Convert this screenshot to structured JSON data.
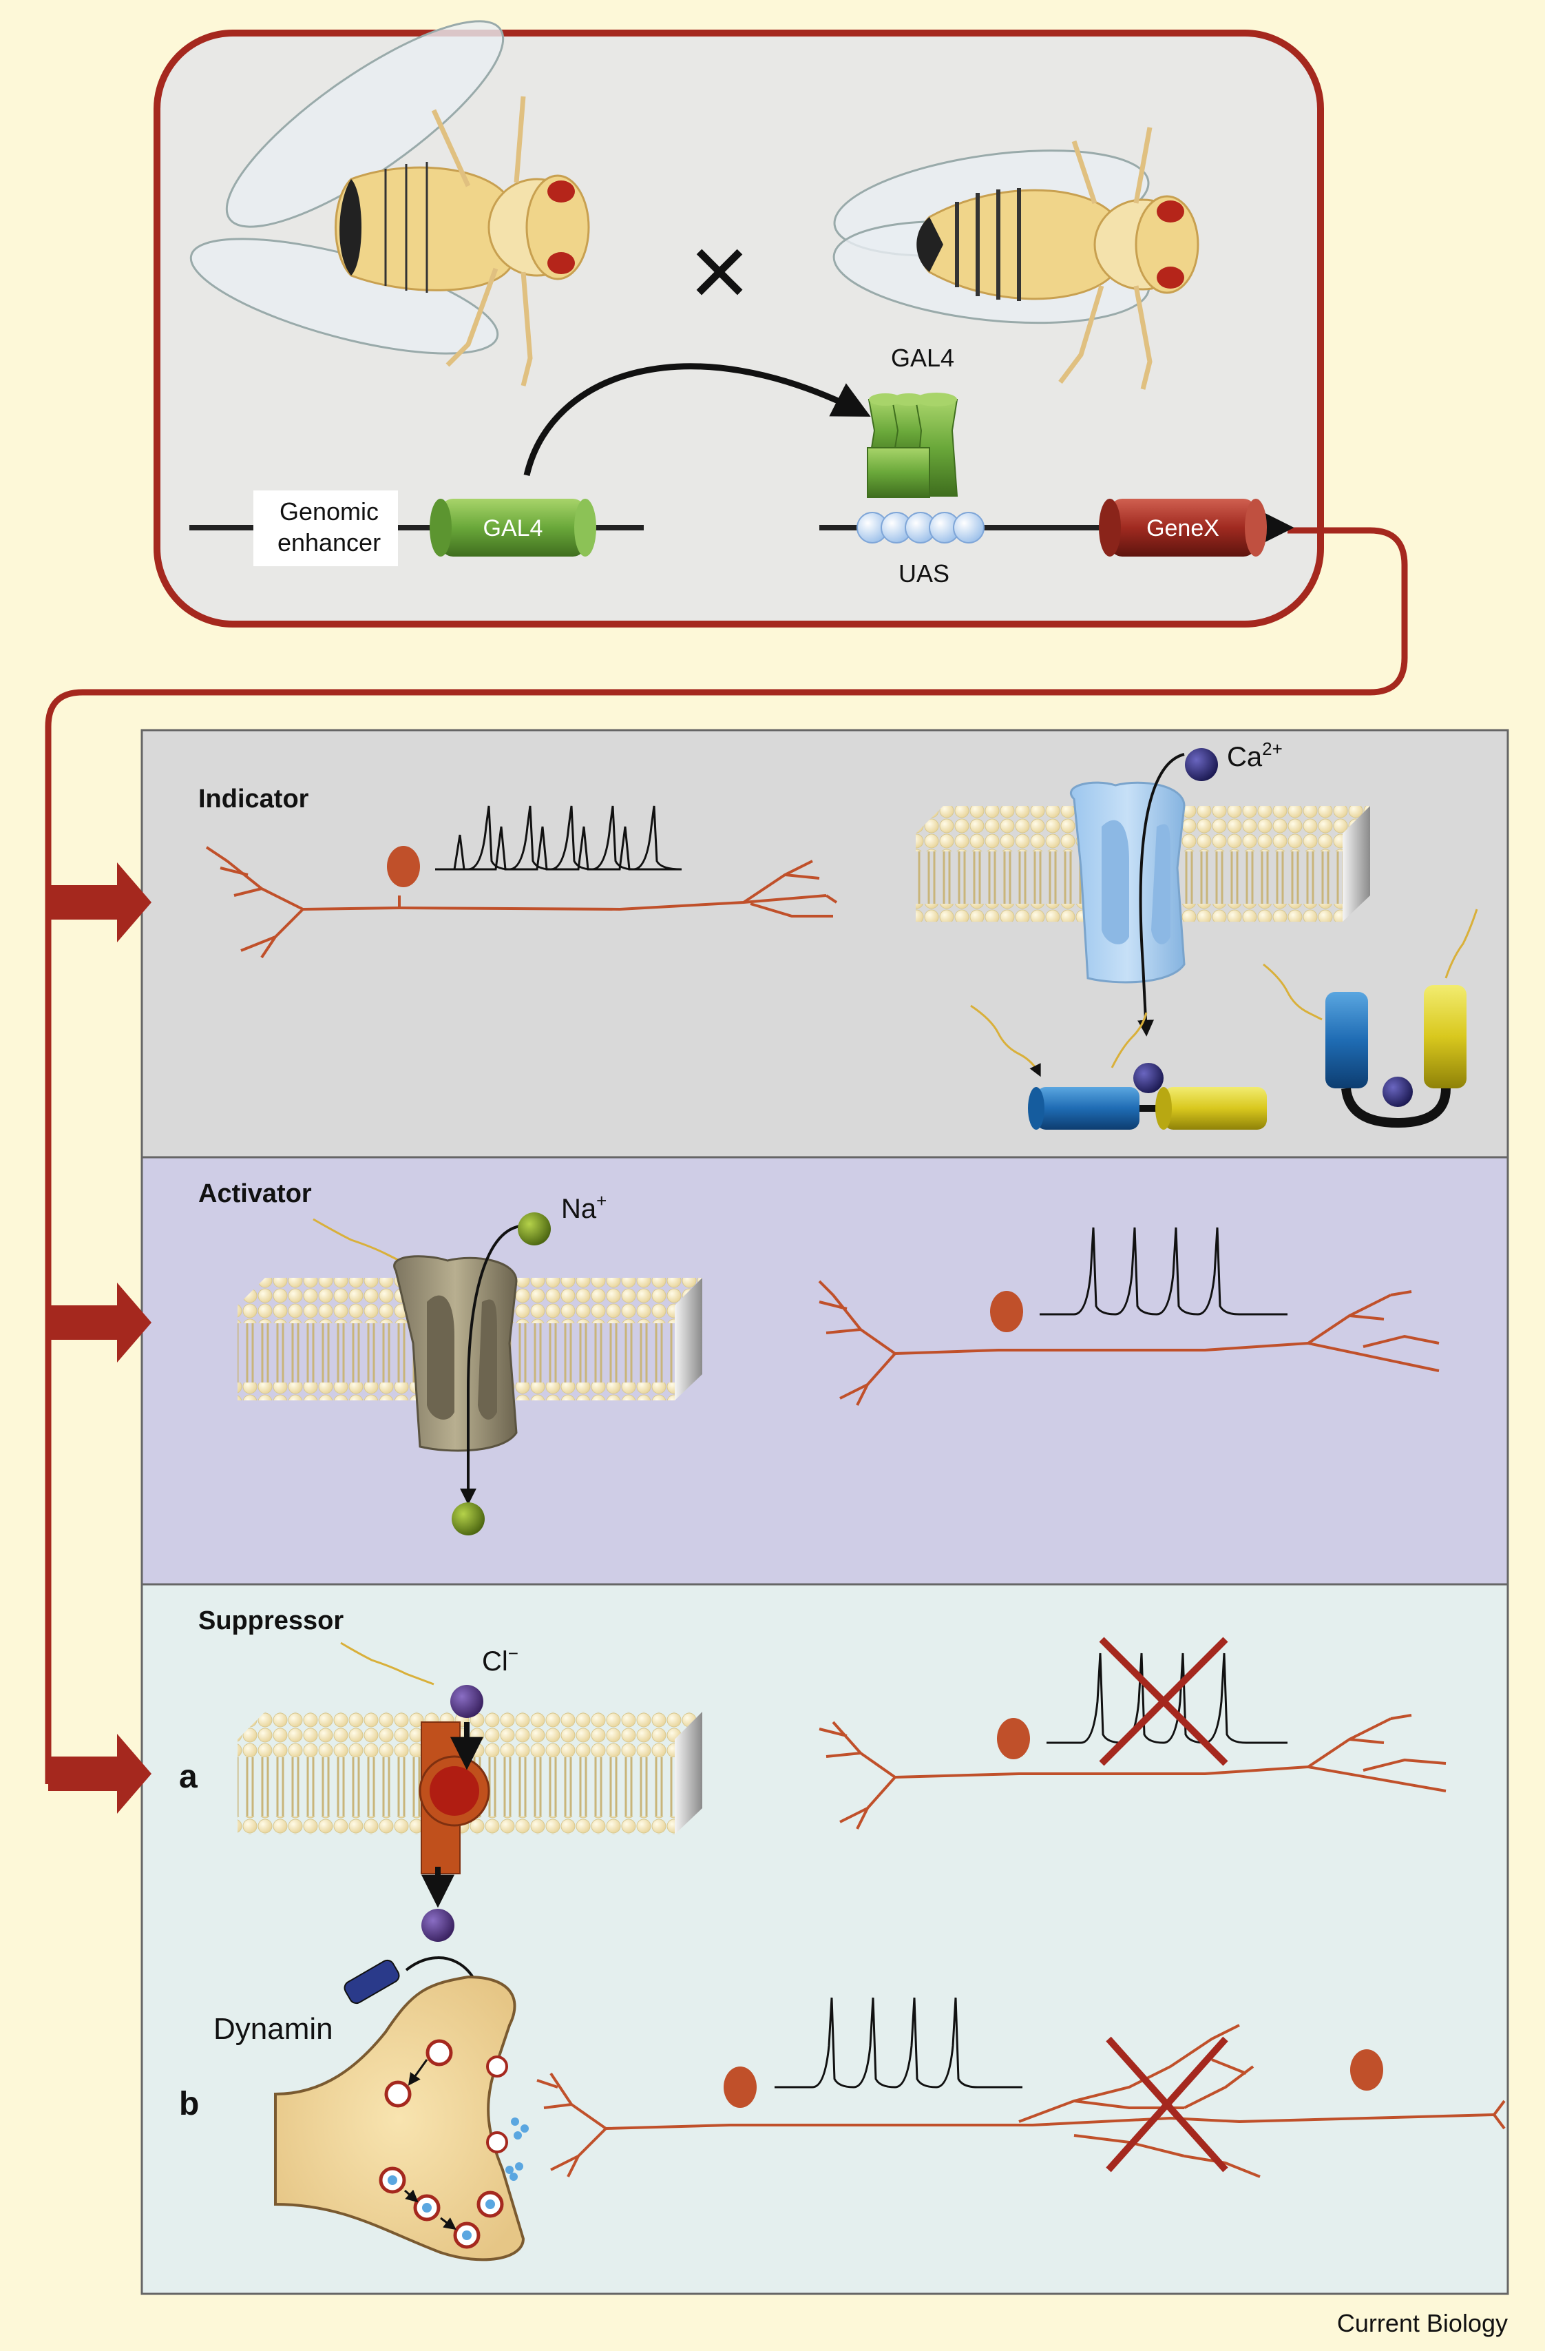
{
  "colors": {
    "background": "#fdf8d8",
    "frame_red": "#a5281e",
    "top_box": "#e8e8e6",
    "indicator_panel": "#d9d9d9",
    "activator_panel": "#cfcde6",
    "suppressor_panel": "#e4efee",
    "neuron": "#c0502a",
    "gal4_green": "#6aa83a",
    "genex_red": "#a02a20",
    "uas_blue": "#cfe0f5",
    "ion_dark": "#2b2a6b",
    "ion_green": "#6f8f22"
  },
  "top": {
    "cross_symbol": "×",
    "gal4_fly_label": "GAL4",
    "genomic_enhancer_line1": "Genomic",
    "genomic_enhancer_line2": "enhancer",
    "gal4_gene_label": "GAL4",
    "uas_label": "UAS",
    "genex_label": "GeneX"
  },
  "panels": {
    "indicator": {
      "title": "Indicator",
      "ion": "Ca",
      "ion_charge": "2+"
    },
    "activator": {
      "title": "Activator",
      "ion": "Na",
      "ion_charge": "+"
    },
    "suppressor": {
      "title": "Suppressor",
      "ion": "Cl",
      "ion_charge": "−",
      "sub_a": "a",
      "sub_b": "b",
      "dynamin_label": "Dynamin"
    }
  },
  "footer": {
    "credit": "Current Biology"
  }
}
